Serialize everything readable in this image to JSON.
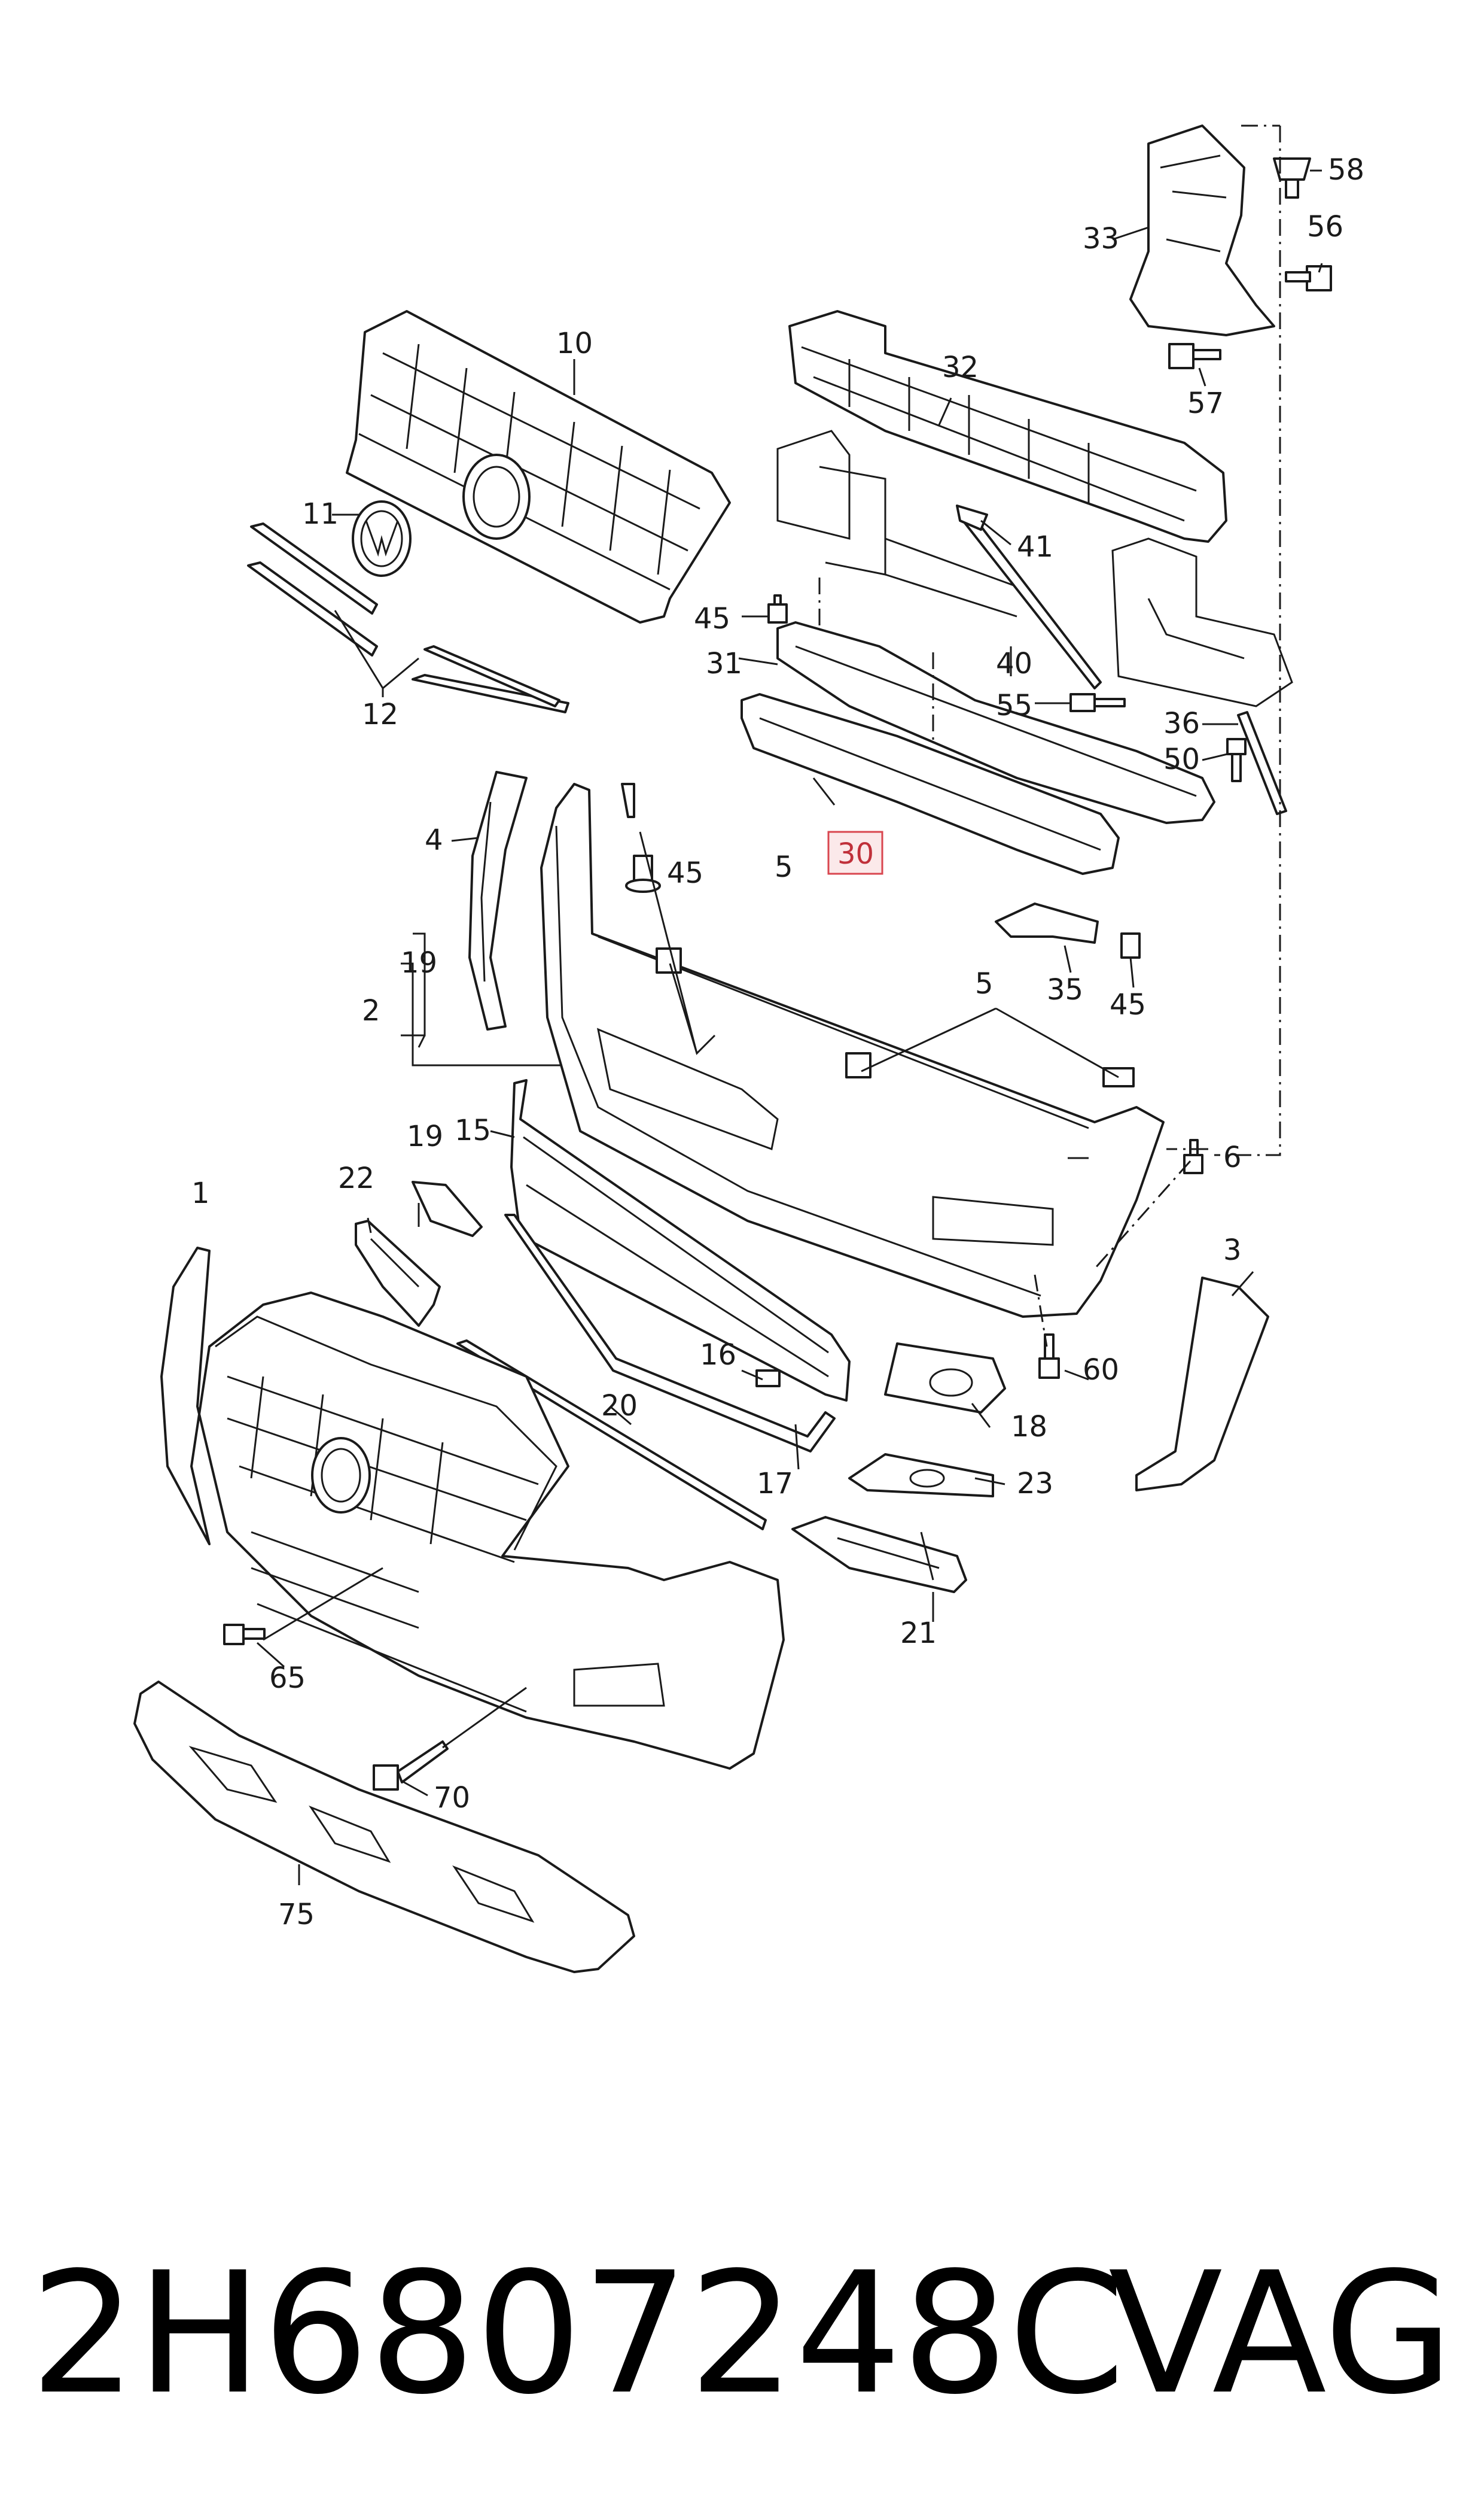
{
  "diagram": {
    "highlighted_label": "30",
    "labels": {
      "l1": "1",
      "l2": "2",
      "l3": "3",
      "l4": "4",
      "l5a": "5",
      "l5b": "5",
      "l6": "6",
      "l10": "10",
      "l11": "11",
      "l12": "12",
      "l15": "15",
      "l16": "16",
      "l17": "17",
      "l18": "18",
      "l19a": "19",
      "l19b": "19",
      "l20": "20",
      "l21": "21",
      "l22": "22",
      "l23": "23",
      "l30": "30",
      "l31": "31",
      "l32": "32",
      "l33": "33",
      "l35": "35",
      "l36": "36",
      "l40": "40",
      "l41": "41",
      "l45a": "45",
      "l45b": "45",
      "l45c": "45",
      "l50": "50",
      "l55": "55",
      "l56": "56",
      "l57": "57",
      "l58": "58",
      "l60": "60",
      "l65": "65",
      "l70": "70",
      "l75": "75"
    }
  },
  "caption": {
    "part_number": "2H6807248C",
    "brand": "VAG"
  },
  "colors": {
    "line": "#1a1a1a",
    "highlight_border": "#d9464f",
    "highlight_fill": "#fbe9ea"
  }
}
